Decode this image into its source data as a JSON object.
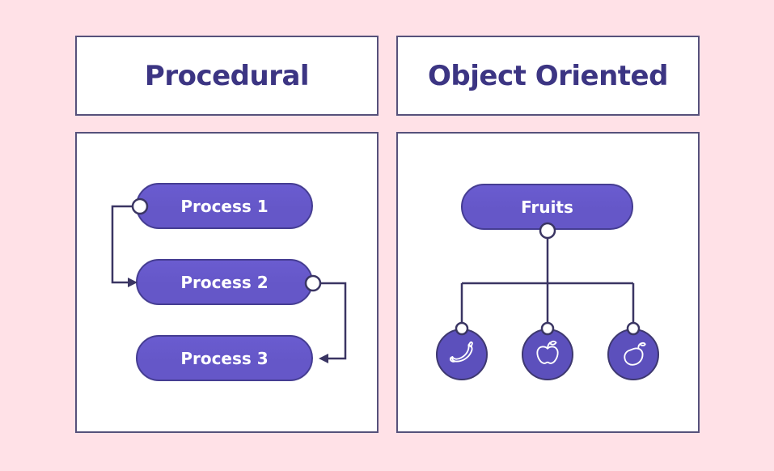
{
  "header": {
    "left_title": "Procedural",
    "right_title": "Object Oriented"
  },
  "procedural": {
    "processes": [
      {
        "label": "Process 1"
      },
      {
        "label": "Process 2"
      },
      {
        "label": "Process 3"
      }
    ]
  },
  "object_oriented": {
    "root_label": "Fruits",
    "children": [
      {
        "icon": "banana-icon"
      },
      {
        "icon": "apple-icon"
      },
      {
        "icon": "mango-icon"
      }
    ]
  },
  "colors": {
    "background": "#FFE1E7",
    "panel_bg": "#FFFFFF",
    "panel_border": "#56517B",
    "title_text": "#3C3583",
    "pill_fill": "#6557C8",
    "pill_border": "#453D92",
    "pill_text": "#FFFFFF",
    "circle_fill": "#5C50BC",
    "circle_border": "#3E3870",
    "line": "#3A3563",
    "connector_fill": "#FFFFFF"
  }
}
